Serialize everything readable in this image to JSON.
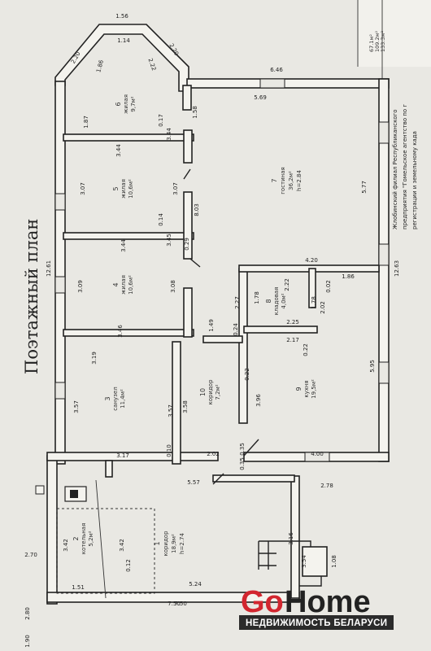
{
  "plan": {
    "title": "Поэтажный план",
    "rooms": [
      {
        "num": "6",
        "name": "жилая",
        "area": "9,7м²"
      },
      {
        "num": "5",
        "name": "жилая",
        "area": "10,6м²"
      },
      {
        "num": "4",
        "name": "жилая",
        "area": "10,6м²"
      },
      {
        "num": "3",
        "name": "санузел",
        "area": "11,4м²"
      },
      {
        "num": "10",
        "name": "коридор",
        "area": "7,2м²"
      },
      {
        "num": "7",
        "name": "гостиная",
        "area": "36,2м²",
        "height": "h=2.84"
      },
      {
        "num": "8",
        "name": "кладовая",
        "area": "4,0м²"
      },
      {
        "num": "9",
        "name": "кухня",
        "area": "19,5м²"
      },
      {
        "num": "1",
        "name": "коридор",
        "area": "18,9м²",
        "height": "h=2.74"
      },
      {
        "num": "2",
        "name": "котельная",
        "area": "5,2м²"
      }
    ],
    "dimensions": [
      "1.56",
      "2.20",
      "1.14",
      "1.86",
      "2.22",
      "2.20",
      "6.46",
      "5.69",
      "1.87",
      "0.17",
      "3.44",
      "3.44",
      "1.58",
      "3.07",
      "3.07",
      "8.03",
      "0.29",
      "5.77",
      "12.61",
      "3.45",
      "0.14",
      "3.44",
      "3.09",
      "3.08",
      "4.20",
      "12.63",
      "2.27",
      "1.78",
      "2.22",
      "1.78",
      "0.02",
      "2.02",
      "1.86",
      "1.49",
      "0.24",
      "3.46",
      "2.17",
      "2.25",
      "0.22",
      "0.22",
      "3.19",
      "3.57",
      "3.57",
      "3.58",
      "3.96",
      "5.95",
      "0.10",
      "3.17",
      "2.02",
      "0.35",
      "0.35",
      "4.00",
      "5.57",
      "2.78",
      "3.42",
      "3.42",
      "3.16",
      "3.54",
      "1.08",
      "2.70",
      "0.12",
      "1.51",
      "5.24",
      "7.50",
      "7.50",
      "2.80",
      "1.90"
    ],
    "side_areas": [
      "67.1м²",
      "109.2м²",
      "133.3м²"
    ],
    "side_text": [
      "Жлобинский филиал Республиканского",
      "предприятия \"Гомельское агентство по г",
      "регистрации и земельному када"
    ]
  },
  "logo": {
    "brand_go": "Go",
    "brand_home": "Home",
    "tagline": "НЕДВИЖИМОСТЬ БЕЛАРУСИ"
  }
}
